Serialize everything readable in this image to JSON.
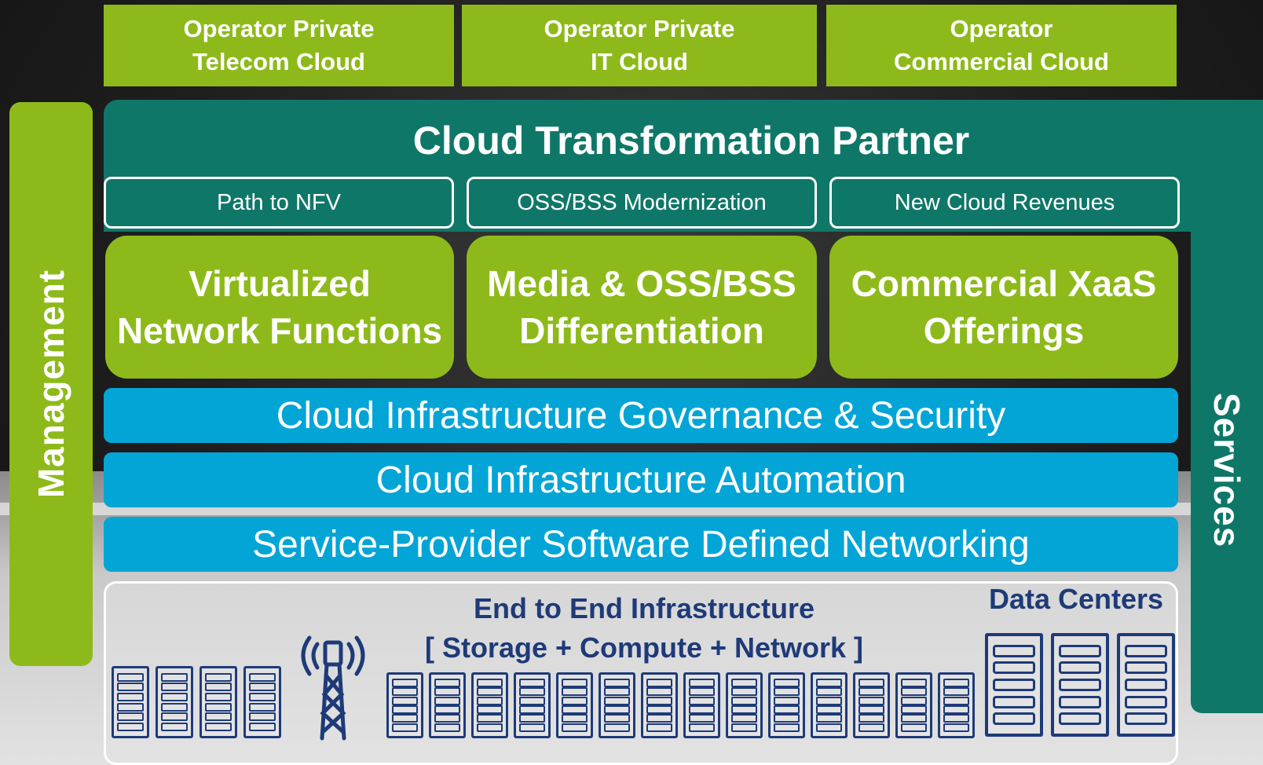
{
  "top_clouds": [
    {
      "label": "Operator Private\nTelecom Cloud"
    },
    {
      "label": "Operator Private\nIT Cloud"
    },
    {
      "label": "Operator\nCommercial  Cloud"
    }
  ],
  "management": {
    "label": "Management"
  },
  "services": {
    "label": "Services"
  },
  "partner": {
    "title": "Cloud Transformation Partner"
  },
  "paths": [
    {
      "label": "Path to NFV"
    },
    {
      "label": "OSS/BSS Modernization"
    },
    {
      "label": "New Cloud Revenues"
    }
  ],
  "offerings": [
    {
      "label": "Virtualized\nNetwork  Functions"
    },
    {
      "label": "Media & OSS/BSS\nDifferentiation"
    },
    {
      "label": "Commercial XaaS\nOfferings"
    }
  ],
  "layers": [
    {
      "label": "Cloud Infrastructure Governance & Security"
    },
    {
      "label": "Cloud Infrastructure Automation"
    },
    {
      "label": "Service-Provider Software Defined Networking"
    }
  ],
  "infrastructure": {
    "title": "End to End Infrastructure\n[ Storage + Compute + Network ]",
    "data_centers_label": "Data Centers"
  },
  "colors": {
    "green": "#8dba1a",
    "teal": "#0f7768",
    "blue": "#03a5d6",
    "navy": "#1e3a78"
  },
  "icons": [
    "server-rack-icon",
    "cell-tower-icon"
  ]
}
